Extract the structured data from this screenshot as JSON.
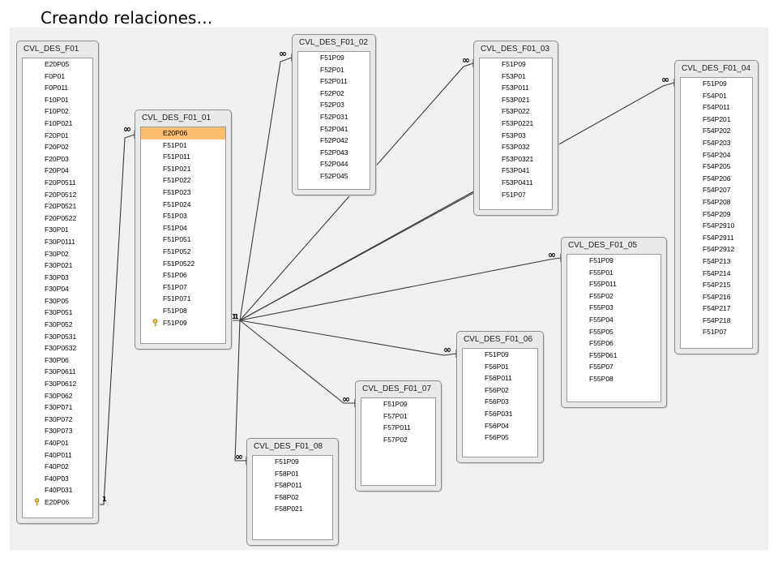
{
  "title": "Creando relaciones…",
  "tables": {
    "t00": {
      "name": "CVL_DES_F01",
      "key_field": 37,
      "fields": [
        "E20P05",
        "F0P01",
        "F0P011",
        "F10P01",
        "F10P02",
        "F10P021",
        "F20P01",
        "F20P02",
        "F20P03",
        "F20P04",
        "F20P0511",
        "F20P0512",
        "F20P0521",
        "F20P0522",
        "F30P01",
        "F30P0111",
        "F30P02",
        "F30P021",
        "F30P03",
        "F30P04",
        "F30P05",
        "F30P051",
        "F30P052",
        "F30P0531",
        "F30P0532",
        "F30P06",
        "F30P0611",
        "F30P0612",
        "F30P062",
        "F30P071",
        "F30P072",
        "F30P073",
        "F40P01",
        "F40P011",
        "F40P02",
        "F40P03",
        "F40P031",
        "E20P06"
      ]
    },
    "t01": {
      "name": "CVL_DES_F01_01",
      "key_field": 16,
      "selected_field": 0,
      "fields": [
        "E20P06",
        "F51P01",
        "F51P011",
        "F51P021",
        "F51P022",
        "F51P023",
        "F51P024",
        "F51P03",
        "F51P04",
        "F51P051",
        "F51P052",
        "F51P0522",
        "F51P06",
        "F51P07",
        "F51P071",
        "F51P08",
        "F51P09"
      ]
    },
    "t02": {
      "name": "CVL_DES_F01_02",
      "fields": [
        "F51P09",
        "F52P01",
        "F52P011",
        "F52P02",
        "F52P03",
        "F52P031",
        "F52P041",
        "F52P042",
        "F52P043",
        "F52P044",
        "F52P045"
      ]
    },
    "t03": {
      "name": "CVL_DES_F01_03",
      "fields": [
        "F51P09",
        "F53P01",
        "F53P011",
        "F53P021",
        "F53P022",
        "F53P0221",
        "F53P03",
        "F53P032",
        "F53P0321",
        "F53P041",
        "F53P0411",
        "F51P07"
      ]
    },
    "t04": {
      "name": "CVL_DES_F01_04",
      "fields": [
        "F51P09",
        "F54P01",
        "F54P011",
        "F54P201",
        "F54P202",
        "F54P203",
        "F54P204",
        "F54P205",
        "F54P206",
        "F54P207",
        "F54P208",
        "F54P209",
        "F54P2910",
        "F54P2911",
        "F54P2912",
        "F54P213",
        "F54P214",
        "F54P215",
        "F54P216",
        "F54P217",
        "F54P218",
        "F51P07"
      ]
    },
    "t05": {
      "name": "CVL_DES_F01_05",
      "fields": [
        "F51P09",
        "F55P01",
        "F55P011",
        "F55P02",
        "F55P03",
        "F55P04",
        "F55P05",
        "F55P06",
        "F55P061",
        "F55P07",
        "F55P08"
      ]
    },
    "t06": {
      "name": "CVL_DES_F01_06",
      "fields": [
        "F51P09",
        "F56P01",
        "F56P011",
        "F56P02",
        "F56P03",
        "F56P031",
        "F56P04",
        "F56P05"
      ]
    },
    "t07": {
      "name": "CVL_DES_F01_07",
      "fields": [
        "F51P09",
        "F57P01",
        "F57P011",
        "F57P02"
      ]
    },
    "t08": {
      "name": "CVL_DES_F01_08",
      "fields": [
        "F51P09",
        "F58P01",
        "F58P011",
        "F58P02",
        "F58P021"
      ]
    }
  },
  "relationships": {
    "one_symbol": "1",
    "many_symbol": "∞"
  }
}
